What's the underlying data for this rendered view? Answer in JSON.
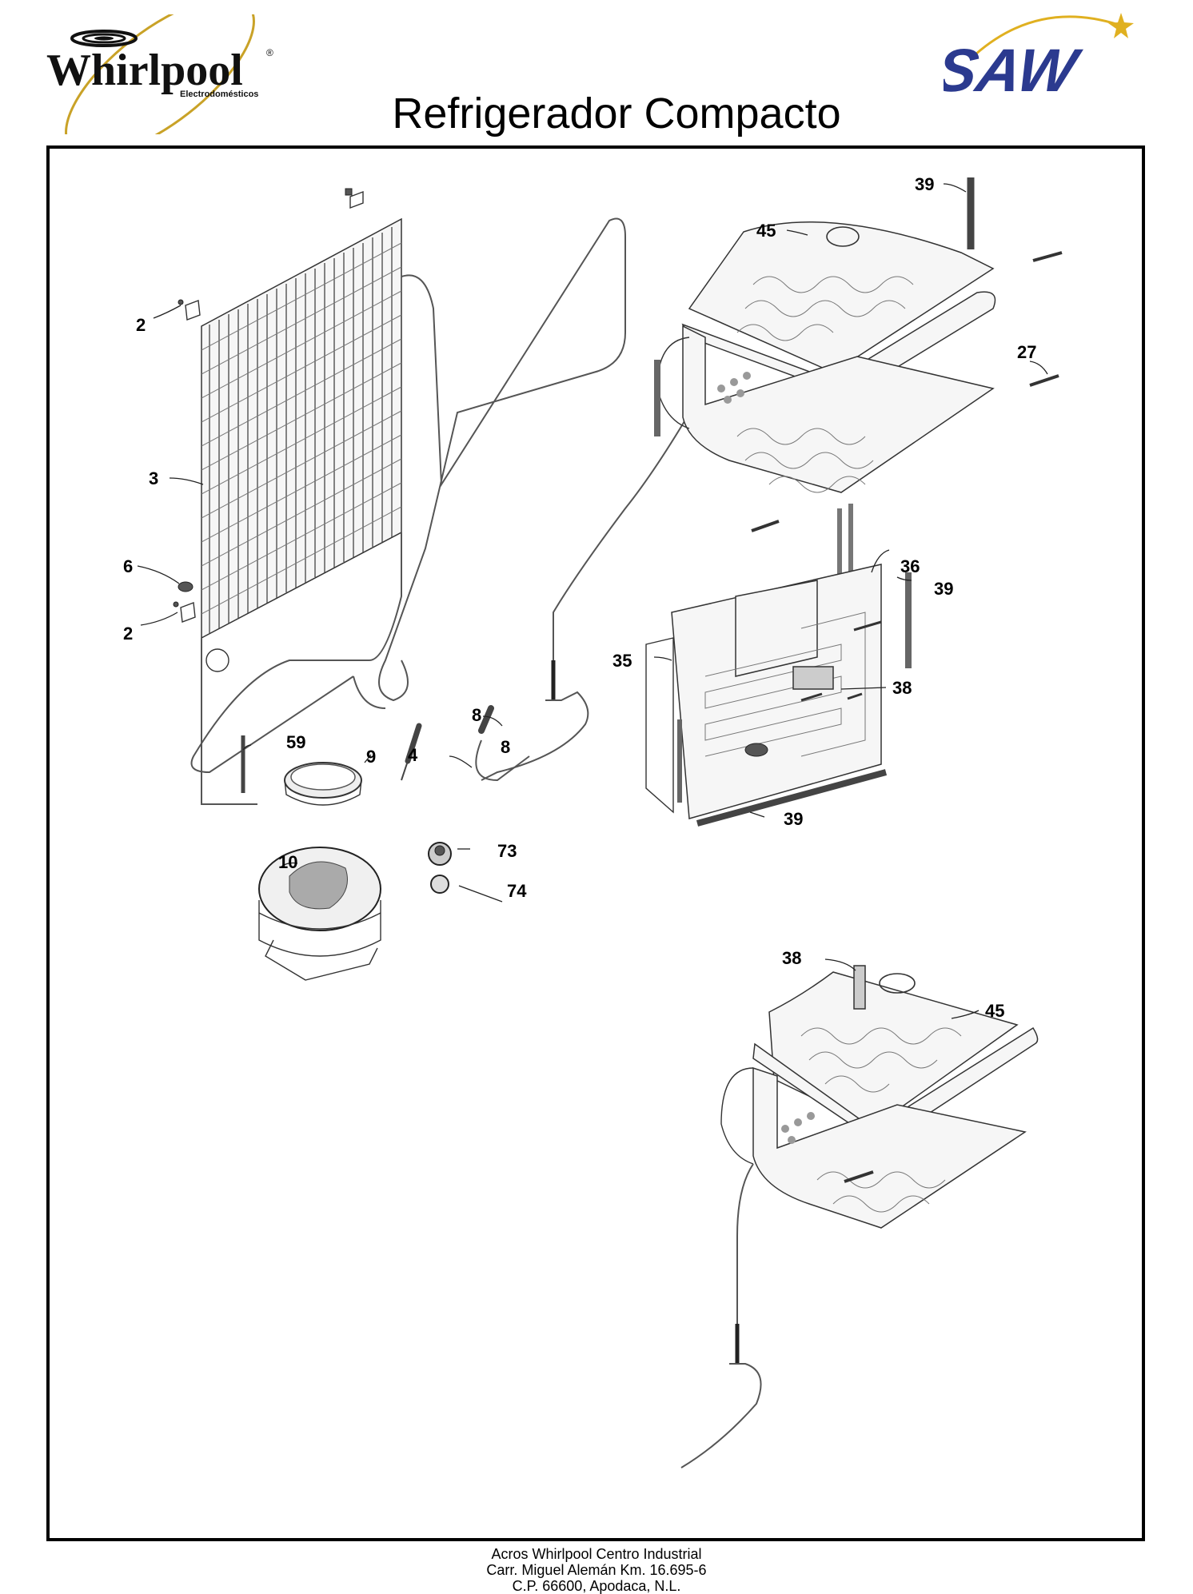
{
  "header": {
    "brand_left": "Whirlpool",
    "brand_left_sub": "Electrodomésticos",
    "brand_left_mark": "®",
    "brand_right": "SAW",
    "title": "Refrigerador Compacto"
  },
  "callouts": {
    "c39_top": "39",
    "c45_top": "45",
    "c27": "27",
    "c2_top": "2",
    "c3": "3",
    "c6": "6",
    "c2_bottom": "2",
    "c36": "36",
    "c39_mid": "39",
    "c35": "35",
    "c38_mid": "38",
    "c8_a": "8",
    "c8_b": "8",
    "c59": "59",
    "c9": "9",
    "c4": "4",
    "c73": "73",
    "c74": "74",
    "c10": "10",
    "c39_bottom": "39",
    "c38_lower": "38",
    "c45_lower": "45"
  },
  "footer": {
    "line1": "Acros Whirlpool Centro Industrial",
    "line2": "Carr. Miguel Alemán Km. 16.695-6",
    "line3": "C.P. 66600, Apodaca, N.L."
  },
  "colors": {
    "whirlpool_ring": "#c9a227",
    "saw_blue": "#2b3a8f",
    "saw_star": "#e0b020"
  }
}
